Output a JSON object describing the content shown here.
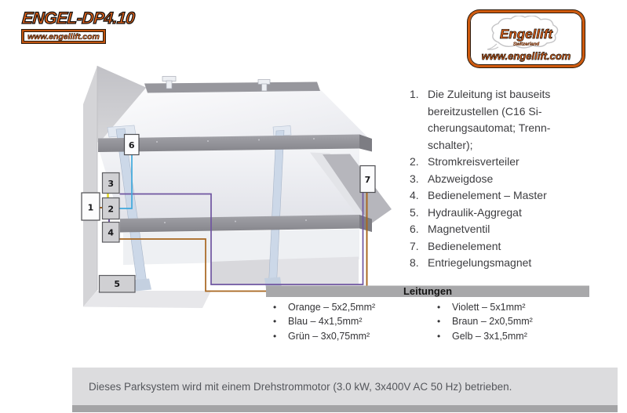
{
  "logo_left": {
    "title": "ENGEL-DP4.10",
    "url": "www.engellift.com"
  },
  "logo_right": {
    "brand": "Engellift",
    "subtitle": "Switzerland",
    "url": "www.engellift.com"
  },
  "component_list": {
    "items": [
      {
        "num": "1.",
        "lines": [
          "Die Zuleitung ist bauseits",
          "bereitzustellen (C16 Si-",
          "cherungsautomat; Trenn-",
          "schalter);"
        ]
      },
      {
        "num": "2.",
        "lines": [
          "Stromkreisverteiler"
        ]
      },
      {
        "num": "3.",
        "lines": [
          "Abzweigdose"
        ]
      },
      {
        "num": "4.",
        "lines": [
          "Bedienelement – Master"
        ]
      },
      {
        "num": "5.",
        "lines": [
          "Hydraulik-Aggregat"
        ]
      },
      {
        "num": "6.",
        "lines": [
          "Magnetventil"
        ]
      },
      {
        "num": "7.",
        "lines": [
          "Bedienelement"
        ]
      },
      {
        "num": "8.",
        "lines": [
          "Entriegelungsmagnet"
        ]
      }
    ]
  },
  "diagram": {
    "callouts": [
      {
        "label": "1"
      },
      {
        "label": "2"
      },
      {
        "label": "3"
      },
      {
        "label": "4"
      },
      {
        "label": "5"
      },
      {
        "label": "6"
      },
      {
        "label": "7"
      }
    ],
    "wires": {
      "blue": "#3fa9dc",
      "purple": "#6f55a0",
      "orange": "#a8661e",
      "yellow": "#e3d929"
    }
  },
  "leitungen": {
    "title": "Leitungen",
    "bullet": "•",
    "left": [
      "Orange – 5x2,5mm²",
      "Blau – 4x1,5mm²",
      "Grün – 3x0,75mm²"
    ],
    "right": [
      "Violett – 5x1mm²",
      "Braun – 2x0,5mm²",
      "Gelb – 3x1,5mm²"
    ]
  },
  "footer": {
    "text": "Dieses Parksystem wird mit einem Drehstrommotor (3.0 kW, 3x400V AC 50 Hz) betrieben."
  },
  "colors": {
    "accent_orange": "#e8641a",
    "leitungen_bar": "#a8a8aa",
    "footer_bg": "#dcdcde",
    "footer_strip": "#a4a4a6"
  }
}
